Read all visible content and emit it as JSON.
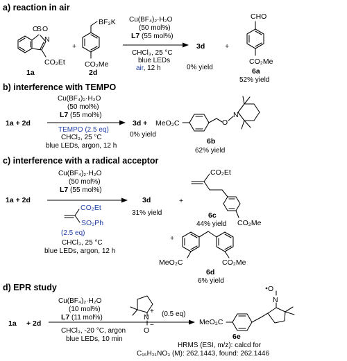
{
  "sections": {
    "a": {
      "title": "a) reaction in air",
      "reactant1": "1a",
      "reactant2": "2d",
      "reactant2_group_top": "BF₃K",
      "reactant2_group_bottom": "CO₂Me",
      "reactant1_group": "CO₂Et",
      "reagent1": "Cu(BF₄)₂·H₂O",
      "reagent1_amount": "(50 mol%)",
      "reagent2": "L7",
      "reagent2_amount": "(55 mol%)",
      "cond1": "CHCl₃, 25 °C",
      "cond2": "blue LEDs",
      "cond3": "air",
      "cond4": ", 12 h",
      "product1": "3d",
      "product1_yield": "0% yield",
      "product2": "6a",
      "product2_yield": "52% yield",
      "product2_group_top": "CHO",
      "product2_group_bottom": "CO₂Me"
    },
    "b": {
      "title": "b) interference with TEMPO",
      "reactants": "1a + 2d",
      "reagent1": "Cu(BF₄)₂·H₂O",
      "reagent1_amount": "(50 mol%)",
      "reagent2": "L7",
      "reagent2_amount": "(55 mol%)",
      "additive": "TEMPO (2.5 eq)",
      "cond1": "CHCl₃, 25 °C",
      "cond2": "blue LEDs, argon, 12 h",
      "product1": "3d +",
      "product1_yield": "0% yield",
      "product2_prefix": "MeO₂C",
      "product2": "6b",
      "product2_yield": "62% yield",
      "atom_o": "O",
      "atom_n": "N"
    },
    "c": {
      "title": "c) interference with a radical acceptor",
      "reactants": "1a + 2d",
      "reagent1": "Cu(BF₄)₂·H₂O",
      "reagent1_amount": "(50 mol%)",
      "reagent2": "L7",
      "reagent2_amount": "(55 mol%)",
      "acceptor_group1": "CO₂Et",
      "acceptor_group2": "SO₂Ph",
      "acceptor_amount": "(2.5 eq)",
      "cond1": "CHCl₃, 25 °C",
      "cond2": "blue LEDs, argon, 12 h",
      "product1": "3d",
      "product1_yield": "31% yield",
      "plus1": "+",
      "product2_group": "CO₂Et",
      "product2_group_bottom": "CO₂Me",
      "product2": "6c",
      "product2_yield": "44% yield",
      "plus2": "+",
      "product3_left": "MeO₂C",
      "product3_right": "CO₂Me",
      "product3": "6d",
      "product3_yield": "6% yield"
    },
    "d": {
      "title": "d) EPR study",
      "reactants_1": "1a",
      "reactants_2": "+ 2d",
      "reagent1": "Cu(BF₄)₂·H₂O",
      "reagent1_amount": "(10 mol%)",
      "reagent2": "L7",
      "reagent2_amount": "(11 mol%)",
      "cond1": "CHCl₃, -20 °C, argon",
      "cond2": "blue LEDs, 10 min",
      "trap_n": "N",
      "trap_plus": "+",
      "trap_o": "O",
      "trap_minus": "−",
      "trap_amount": "(0.5 eq)",
      "product_prefix": "MeO₂C",
      "product": "6e",
      "product_o": "O",
      "product_n": "N",
      "hrms1": "HRMS (ESI, m/z): calcd for",
      "hrms2": "C₁₅H₂₁NO₃ (M): 262.1443,  found: 262.1446"
    }
  }
}
